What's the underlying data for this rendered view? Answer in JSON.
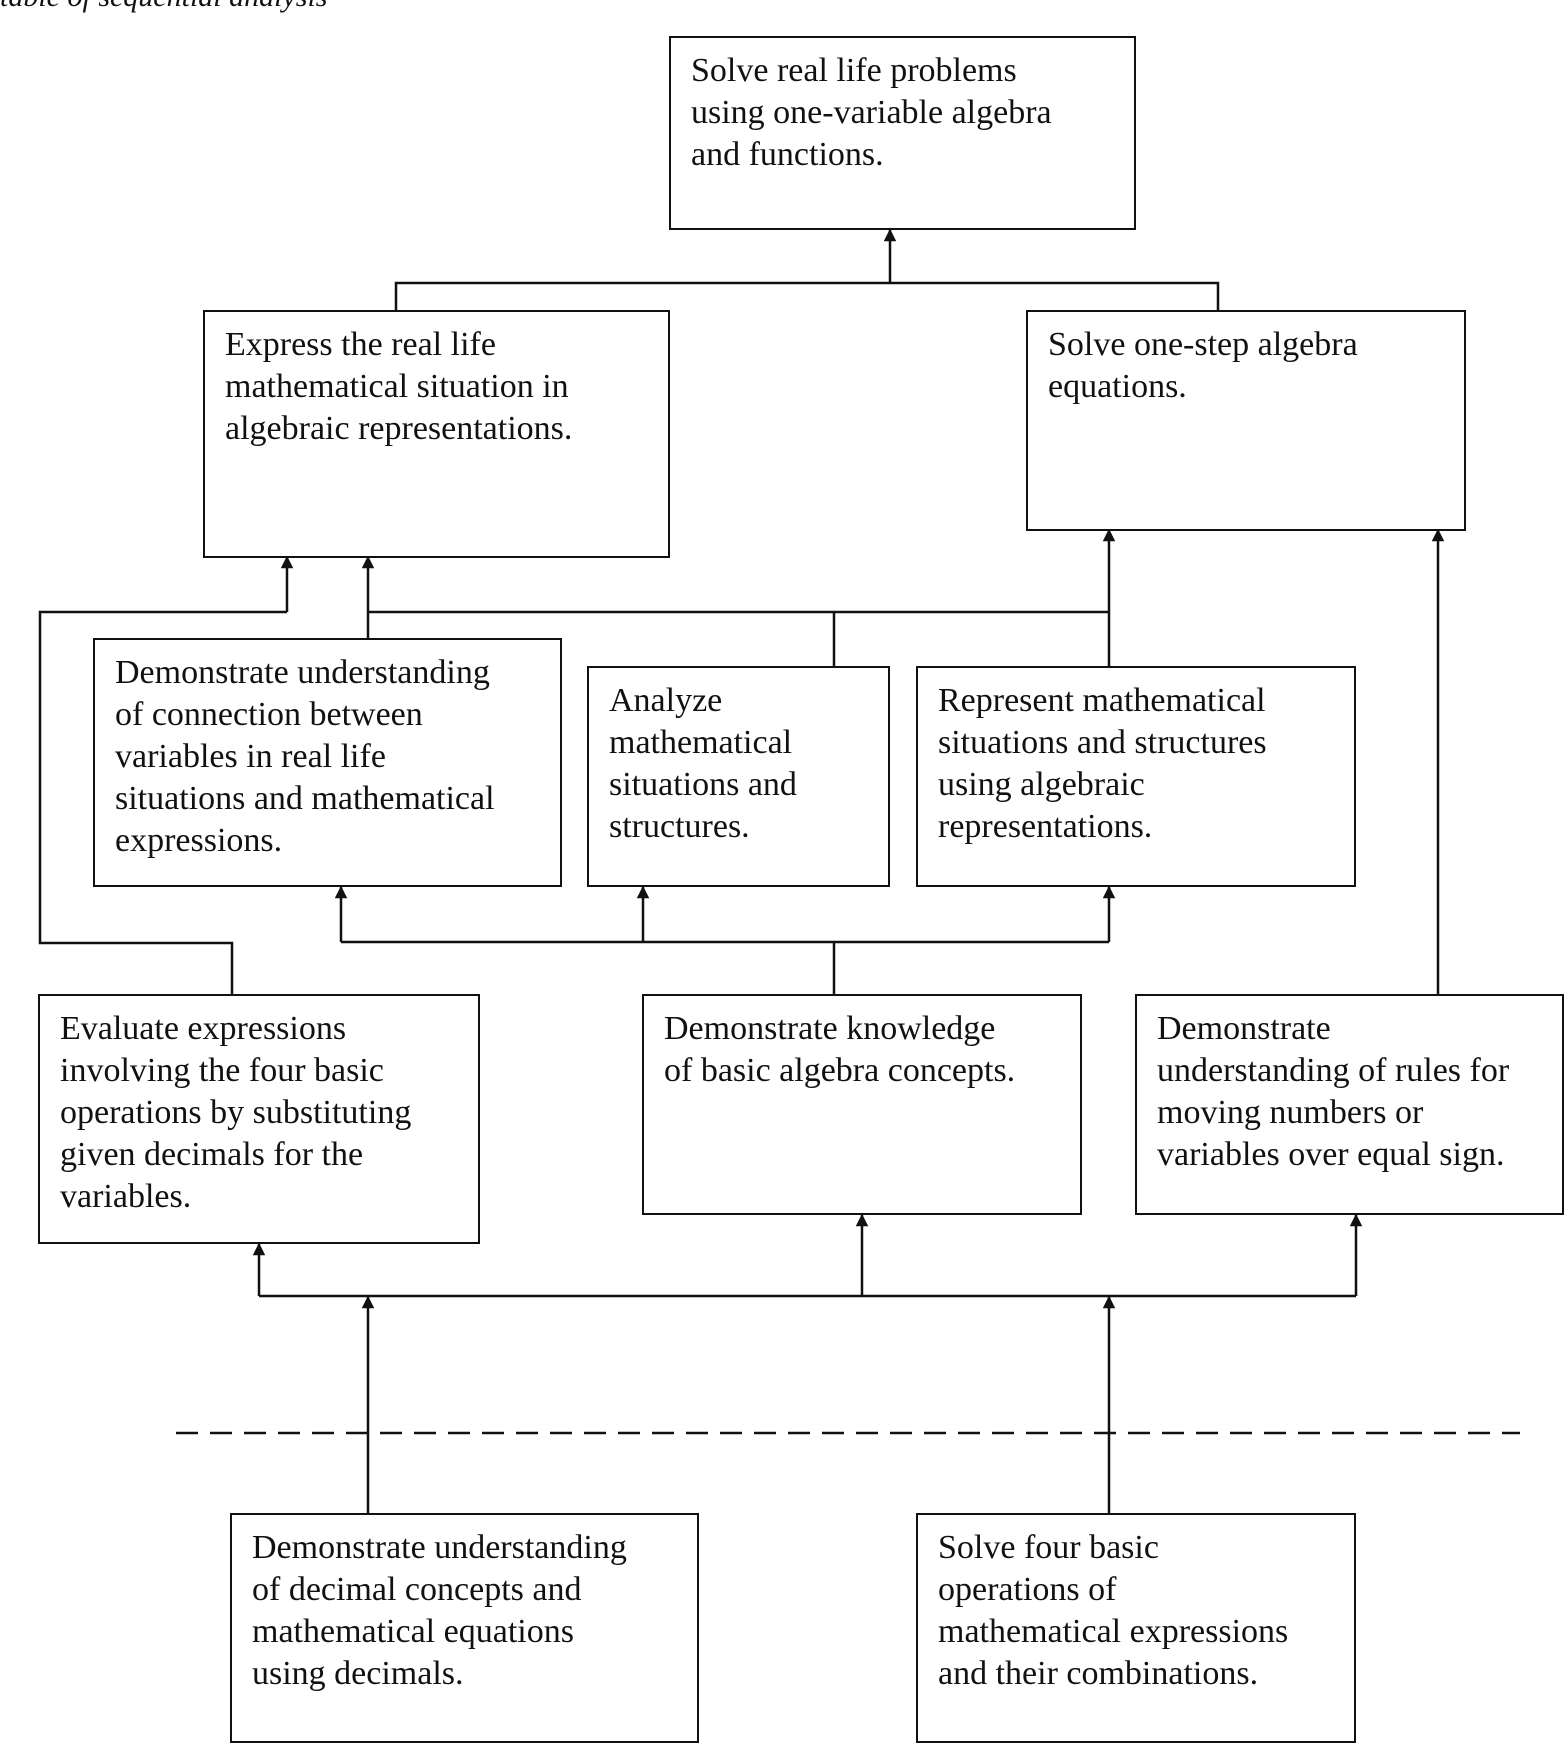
{
  "caption": "table of sequential analysis",
  "nodes": {
    "goal": "Solve real life problems\nusing one-variable algebra\nand functions.",
    "express": "Express the real life\nmathematical situation in\nalgebraic representations.",
    "solve_one_step": "Solve one-step algebra\nequations.",
    "connection": "Demonstrate understanding\nof connection between\nvariables in real life\nsituations and mathematical\nexpressions.",
    "analyze": "Analyze\nmathematical\nsituations and\nstructures.",
    "represent": "Represent mathematical\nsituations and structures\nusing algebraic\nrepresentations.",
    "evaluate": "Evaluate expressions\ninvolving the four basic\noperations by substituting\ngiven decimals for the\nvariables.",
    "basic_algebra": "Demonstrate knowledge\nof basic algebra concepts.",
    "rules_equal_sign": "Demonstrate\nunderstanding of rules for\nmoving numbers or\nvariables over equal sign.",
    "decimals": "Demonstrate understanding\nof decimal concepts and\nmathematical equations\nusing decimals.",
    "four_operations": "Solve four basic\noperations of\nmathematical expressions\nand their combinations."
  }
}
